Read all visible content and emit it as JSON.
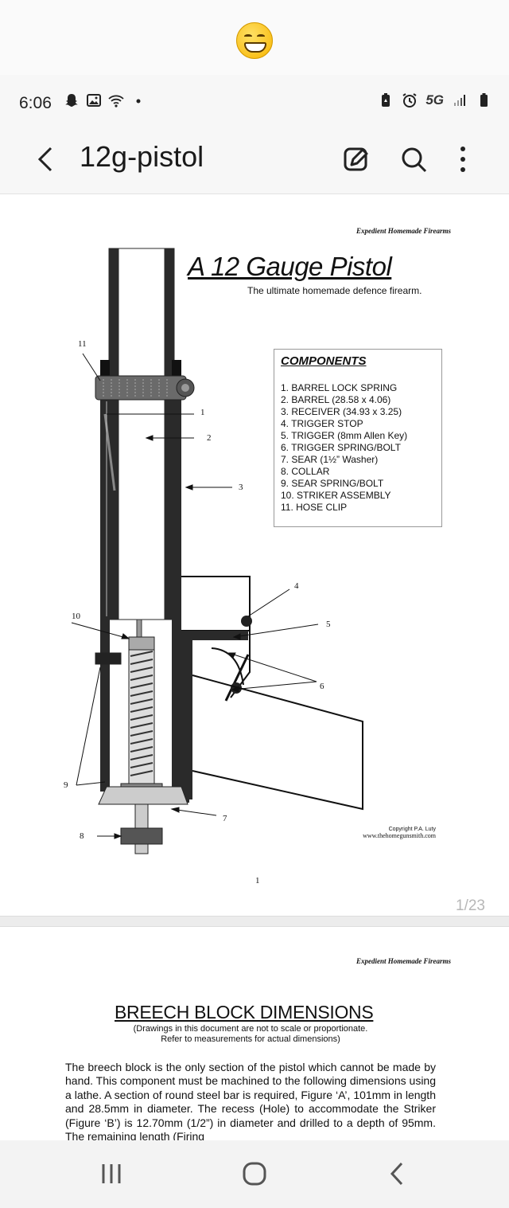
{
  "status": {
    "time": "6:06",
    "network": "5G",
    "left_icons": [
      "snapchat-icon",
      "gallery-icon",
      "wifi-icon",
      "dot-icon"
    ],
    "right_icons": [
      "battery-saver-icon",
      "alarm-icon",
      "signal-icon",
      "battery-icon"
    ]
  },
  "toolbar": {
    "title": "12g-pistol",
    "icons": [
      "back-icon",
      "edit-icon",
      "search-icon",
      "more-icon"
    ]
  },
  "viewer": {
    "page_indicator": "1/23",
    "page1": {
      "header": "Expedient Homemade Firearms",
      "title": "A 12 Gauge Pistol",
      "subtitle": "The ultimate homemade defence firearm.",
      "components": {
        "heading": "COMPONENTS",
        "items": [
          "1. BARREL LOCK SPRING",
          "2. BARREL (28.58 x 4.06)",
          "3. RECEIVER (34.93 x 3.25)",
          "4. TRIGGER STOP",
          "5. TRIGGER (8mm Allen Key)",
          "6. TRIGGER SPRING/BOLT",
          "7. SEAR (1½” Washer)",
          "8. COLLAR",
          "9. SEAR SPRING/BOLT",
          "10. STRIKER ASSEMBLY",
          "11. HOSE CLIP"
        ]
      },
      "diagram_labels": {
        "n1": "1",
        "n2": "2",
        "n3": "3",
        "n4": "4",
        "n5": "5",
        "n6": "6",
        "n7": "7",
        "n8": "8",
        "n9": "9",
        "n10": "10",
        "n11": "11"
      },
      "copyright": "Copyright P.A. Luty",
      "website": "www.thehomegunsmith.com",
      "page_number": "1"
    },
    "page2": {
      "header": "Expedient Homemade Firearms",
      "title": "BREECH BLOCK DIMENSIONS",
      "note_line1": "(Drawings in this document are not to scale or proportionate.",
      "note_line2": "Refer to measurements for actual dimensions)",
      "body": "The breech block is the only section of the pistol which cannot be made by hand. This component must be machined to the following dimensions using a lathe. A section of round steel bar is required, Figure ‘A’, 101mm in length and 28.5mm in diameter. The recess (Hole) to accommodate the Striker (Figure ‘B’) is 12.70mm (1/2”) in diameter and drilled to a depth of 95mm. The remaining length (Firing"
    }
  },
  "navbar": {
    "icons": [
      "recents-icon",
      "home-icon",
      "back-nav-icon"
    ]
  }
}
